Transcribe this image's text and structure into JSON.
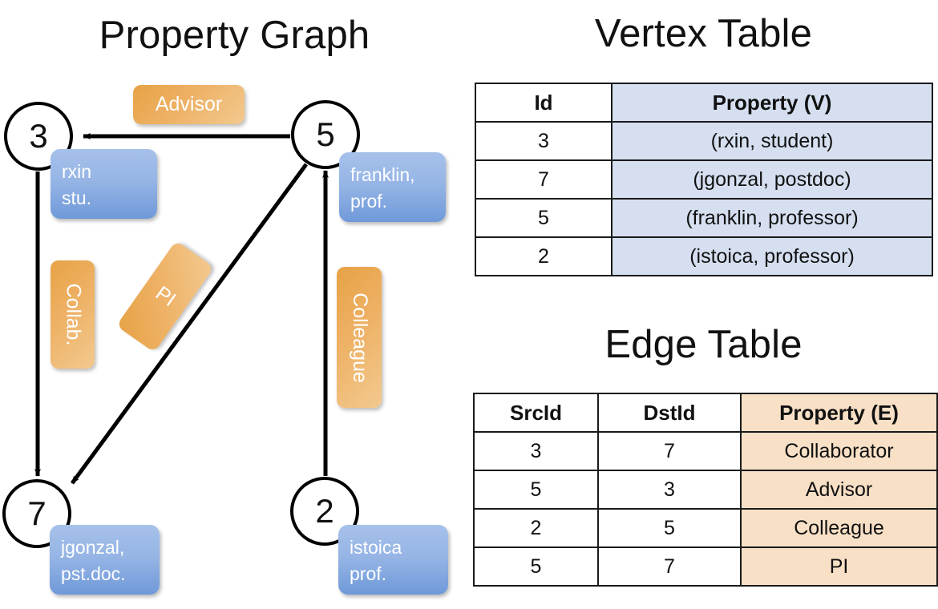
{
  "titles": {
    "property_graph": "Property Graph",
    "vertex_table": "Vertex Table",
    "edge_table": "Edge Table"
  },
  "graph": {
    "nodes": [
      {
        "id": "3",
        "property_lines": [
          "rxin",
          "stu."
        ]
      },
      {
        "id": "5",
        "property_lines": [
          "franklin,",
          "prof."
        ]
      },
      {
        "id": "7",
        "property_lines": [
          "jgonzal,",
          "pst.doc."
        ]
      },
      {
        "id": "2",
        "property_lines": [
          "istoica",
          "prof."
        ]
      }
    ],
    "edge_labels": [
      {
        "name": "advisor-chip",
        "text": "Advisor"
      },
      {
        "name": "collab-chip",
        "text": "Collab."
      },
      {
        "name": "pi-chip",
        "text": "PI"
      },
      {
        "name": "colleague-chip",
        "text": "Colleague"
      }
    ],
    "edges": [
      {
        "from": "5",
        "to": "3",
        "label": "Advisor"
      },
      {
        "from": "3",
        "to": "7",
        "label": "Collab."
      },
      {
        "from": "5",
        "to": "7",
        "label": "PI"
      },
      {
        "from": "2",
        "to": "5",
        "label": "Colleague"
      }
    ]
  },
  "vertex_table": {
    "headers": [
      "Id",
      "Property (V)"
    ],
    "rows": [
      {
        "id": "3",
        "property": "(rxin, student)"
      },
      {
        "id": "7",
        "property": "(jgonzal, postdoc)"
      },
      {
        "id": "5",
        "property": "(franklin, professor)"
      },
      {
        "id": "2",
        "property": "(istoica, professor)"
      }
    ]
  },
  "edge_table": {
    "headers": [
      "SrcId",
      "DstId",
      "Property (E)"
    ],
    "rows": [
      {
        "src": "3",
        "dst": "7",
        "property": "Collaborator"
      },
      {
        "src": "5",
        "dst": "3",
        "property": "Advisor"
      },
      {
        "src": "2",
        "dst": "5",
        "property": "Colleague"
      },
      {
        "src": "5",
        "dst": "7",
        "property": "PI"
      }
    ]
  },
  "colors": {
    "vertex_property_fill": "#d5dff0",
    "edge_property_fill": "#f8e0c6",
    "node_box_blue": "#8fb0e4",
    "edge_chip_orange": "#eeb165",
    "border": "#1a1a1a"
  }
}
